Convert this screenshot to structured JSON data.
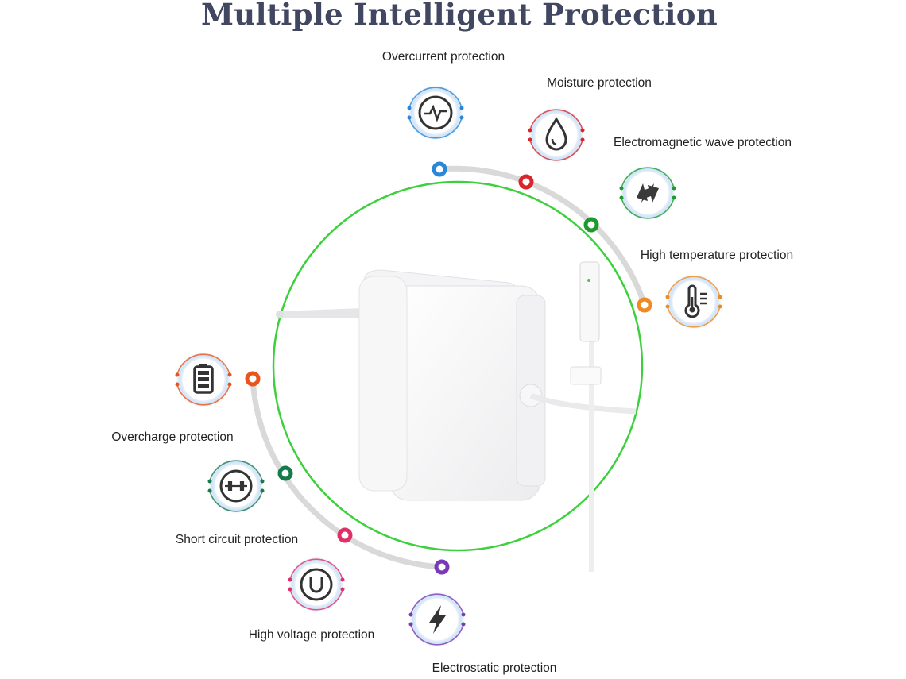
{
  "title": "Multiple Intelligent Protection",
  "colors": {
    "ring": "#3cd13c",
    "track": "#d9d9d9",
    "title": "#414760"
  },
  "features": [
    {
      "label": "Overcurrent protection",
      "icon": "pulse-icon",
      "color": "#2a86d6"
    },
    {
      "label": "Moisture protection",
      "icon": "water-drop-icon",
      "color": "#d8262a"
    },
    {
      "label": "Electromagnetic wave protection",
      "icon": "arrows-cycle-icon",
      "color": "#1d9a2c"
    },
    {
      "label": "High temperature protection",
      "icon": "thermometer-icon",
      "color": "#f08a24"
    },
    {
      "label": "Overcharge protection",
      "icon": "battery-icon",
      "color": "#e8541c"
    },
    {
      "label": "Short circuit protection",
      "icon": "short-circuit-icon",
      "color": "#167a4a"
    },
    {
      "label": "High voltage protection",
      "icon": "voltage-u-icon",
      "color": "#e0306a"
    },
    {
      "label": "Electrostatic protection",
      "icon": "lightning-icon",
      "color": "#7a3ab8"
    }
  ]
}
